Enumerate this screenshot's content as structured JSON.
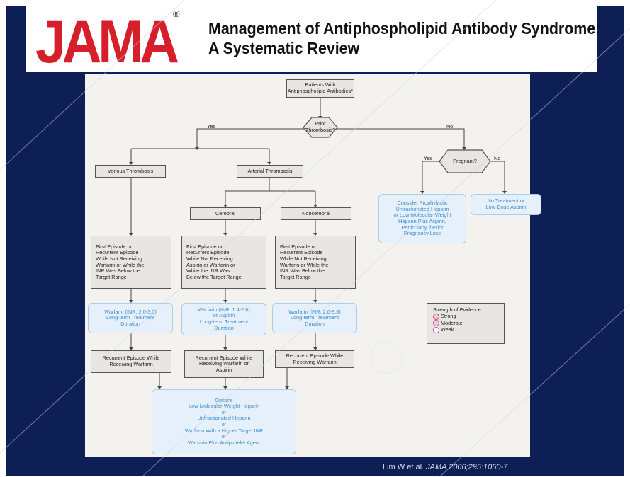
{
  "header": {
    "logo_text": "JAMA",
    "logo_mark": "®",
    "title_line1": "Management of Antiphospholipid Antibody Syndrome:",
    "title_line2": "A Systematic Review"
  },
  "flowchart": {
    "nodes": {
      "start": "Patients With\nAntiphospholipid Antibodies°",
      "prior_thrombosis": "Prior\nThrombosis?",
      "venous": "Venous Thrombosis",
      "arterial": "Arterial Thrombosis",
      "pregnant": "Pregnant?",
      "cerebral": "Cerebral",
      "noncerebral": "Noncerebral",
      "first_venous": "First Episode or\nRecurrent Episode\nWhile Not Receiving\nWarfarin or While the\nINR Was Below the\nTarget Range",
      "first_cerebral": "First Episode or\nRecurrent Episode\nWhile Not Receiving\nAspirin or Warfarin or\nWhile the INR Was\nBelow the Target Range",
      "first_noncerebral": "First Episode or\nRecurrent Episode\nWhile Not Receiving\nWarfarin or While the\nINR Was Below the\nTarget Range",
      "rx_venous": "Warfarin (INR, 2.0-3.0)\nLong-term Treatment\nDuration",
      "rx_cerebral": "Warfarin (INR, 1.4-2.8)\nor Aspirin\nLong-term Treatment\nDuration",
      "rx_noncerebral": "Warfarin (INR, 2.0-3.0)\nLong-term Treatment\nDuration",
      "prophylactic": "Consider Prophylactic\nUnfractionated Heparin\nor Low-Molecular-Weight\nHeparin Plus Aspirin,\nParticularly if Prior\nPregnancy Loss",
      "no_treatment": "No Treatment or\nLow-Dose Aspirin",
      "recurrent_venous": "Recurrent Episode While\nReceiving Warfarin",
      "recurrent_cerebral": "Recurrent Episode While\nReceiving Warfarin or\nAspirin",
      "recurrent_noncerebral": "Recurrent Episode While\nReceiving Warfarin",
      "options": "Options\nLow-Molecular-Weight Heparin\nor\nUnfractionated Heparin\nor\nWarfarin With a Higher Target INR\nor\nWarfarin Plus Antiplatelet Agent"
    },
    "edge_labels": {
      "yes_thrombosis": "Yes",
      "no_thrombosis": "No",
      "yes_pregnant": "Yes",
      "no_pregnant": "No"
    },
    "legend": {
      "title": "Strength of Evidence",
      "items": [
        "Strong",
        "Moderate",
        "Weak"
      ]
    }
  },
  "citation": {
    "authors": "Lim W et al.",
    "source": "JAMA 2006;295:1050-7"
  }
}
